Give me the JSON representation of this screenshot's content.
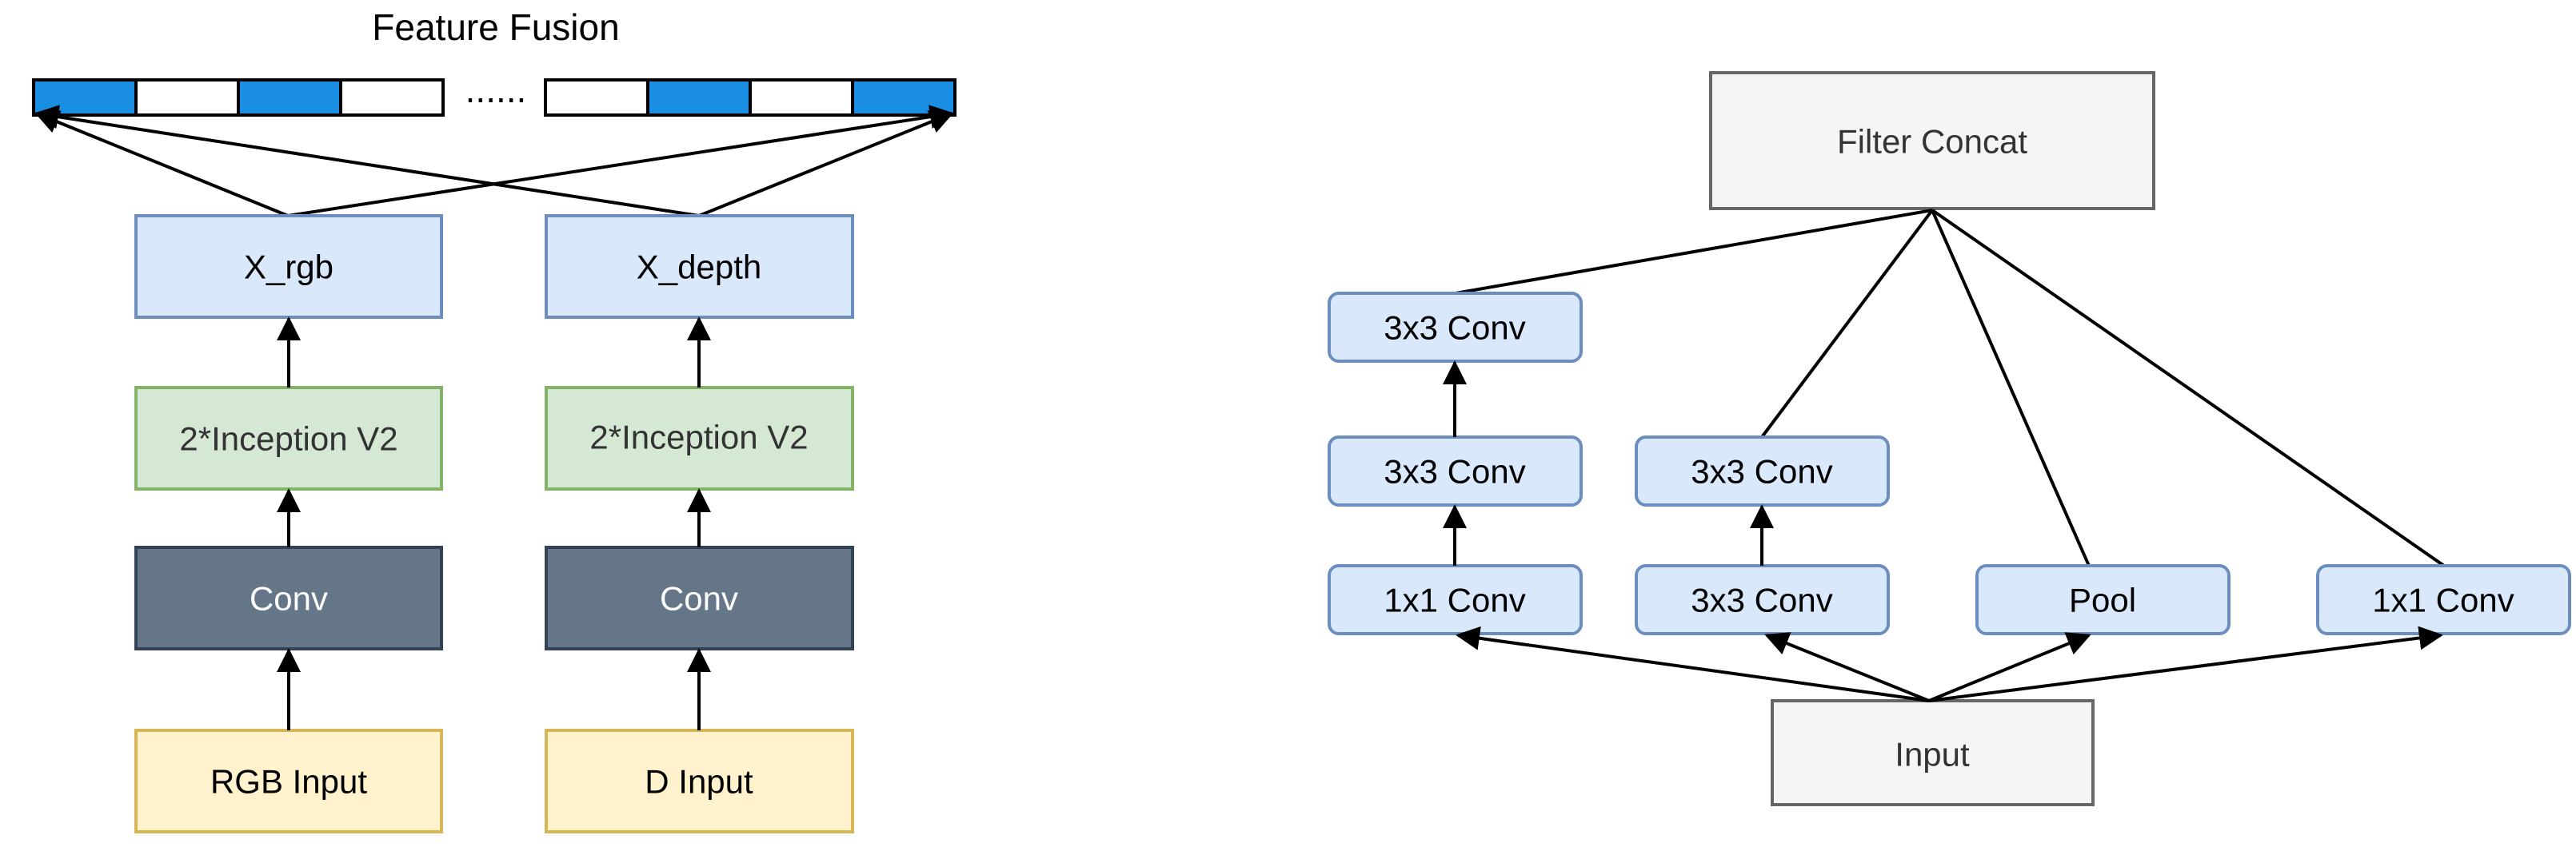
{
  "left_diagram": {
    "title": "Feature Fusion",
    "ellipsis": "......",
    "fusion_vector": {
      "segments": [
        "filled",
        "empty",
        "filled",
        "empty",
        "empty",
        "filled",
        "empty",
        "filled"
      ]
    },
    "branches": [
      {
        "feature_label": "X_rgb",
        "inception_label": "2*Inception V2",
        "conv_label": "Conv",
        "input_label": "RGB Input"
      },
      {
        "feature_label": "X_depth",
        "inception_label": "2*Inception V2",
        "conv_label": "Conv",
        "input_label": "D Input"
      }
    ]
  },
  "right_diagram": {
    "concat_label": "Filter Concat",
    "input_label": "Input",
    "columns": [
      {
        "boxes": [
          "1x1 Conv",
          "3x3 Conv",
          "3x3 Conv"
        ]
      },
      {
        "boxes": [
          "3x3 Conv",
          "3x3 Conv"
        ]
      },
      {
        "boxes": [
          "Pool"
        ]
      },
      {
        "boxes": [
          "1x1 Conv"
        ]
      }
    ]
  },
  "colors": {
    "fusion_filled": "#1a8ee1",
    "blue_box_fill": "#dae8fc",
    "blue_box_stroke": "#6c8ebf",
    "green_box_fill": "#d5e8d4",
    "green_box_stroke": "#82b366",
    "dark_box_fill": "#647687",
    "dark_box_stroke": "#314354",
    "yellow_box_fill": "#fff2cc",
    "yellow_box_stroke": "#d6b656",
    "grey_box_fill": "#f5f5f5",
    "grey_box_stroke": "#666666",
    "line": "#000000"
  }
}
